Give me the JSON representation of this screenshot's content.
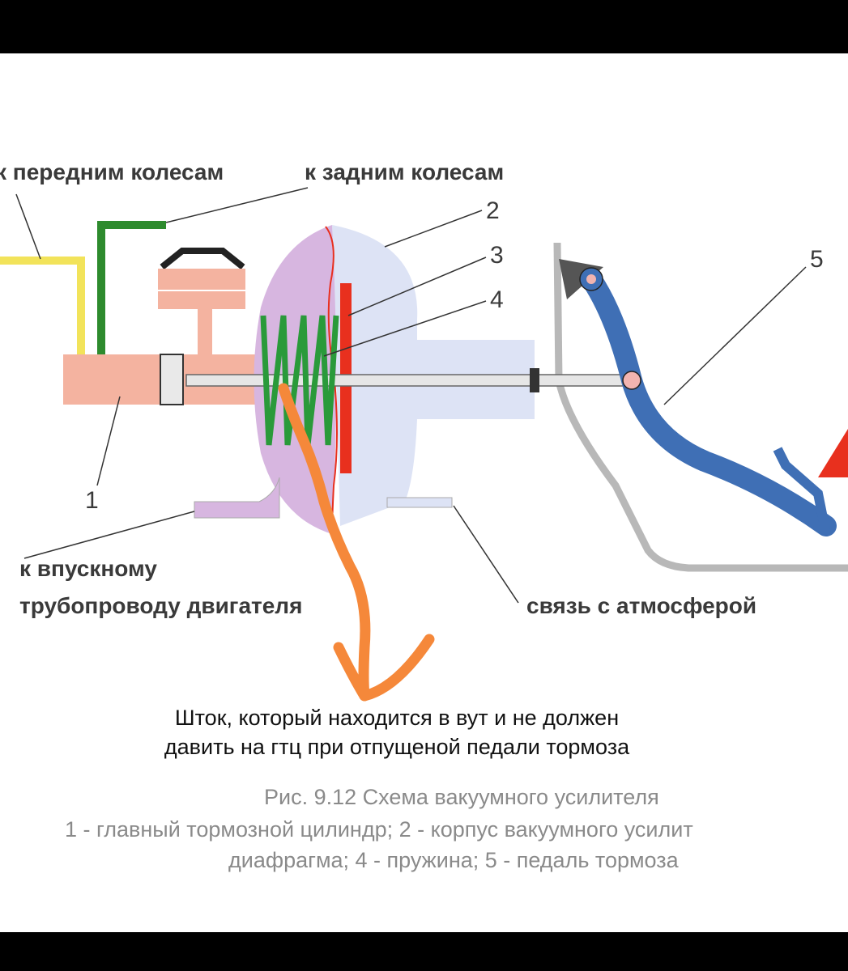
{
  "labels": {
    "front_wheels": "к передним колесам",
    "rear_wheels": "к задним колесам",
    "intake_line1": "к впускному",
    "intake_line2": "трубопроводу двигателя",
    "atmosphere": "связь с атмосферой"
  },
  "numbers": {
    "n1": "1",
    "n2": "2",
    "n3": "3",
    "n4": "4",
    "n5": "5"
  },
  "annotation": {
    "line1": "Шток, который находится в вут и не должен",
    "line2": "давить на гтц при отпущеной педали тормоза"
  },
  "caption": {
    "title": "Рис. 9.12 Схема вакуумного усилителя",
    "line2": "1 - главный тормозной цилиндр; 2 - корпус вакуумного усилит",
    "line3": "диафрагма; 4 - пружина; 5 - педаль тормоза"
  },
  "colors": {
    "cylinder": "#f4b3a0",
    "booster_body": "#dde3f5",
    "vacuum_chamber": "#d7b6e0",
    "diaphragm": "#e8301e",
    "spring": "#2a9a3a",
    "pedal": "#3f6fb5",
    "arrow": "#f5883a",
    "front_line": "#f2e35a",
    "rear_line": "#2e8b2e"
  }
}
